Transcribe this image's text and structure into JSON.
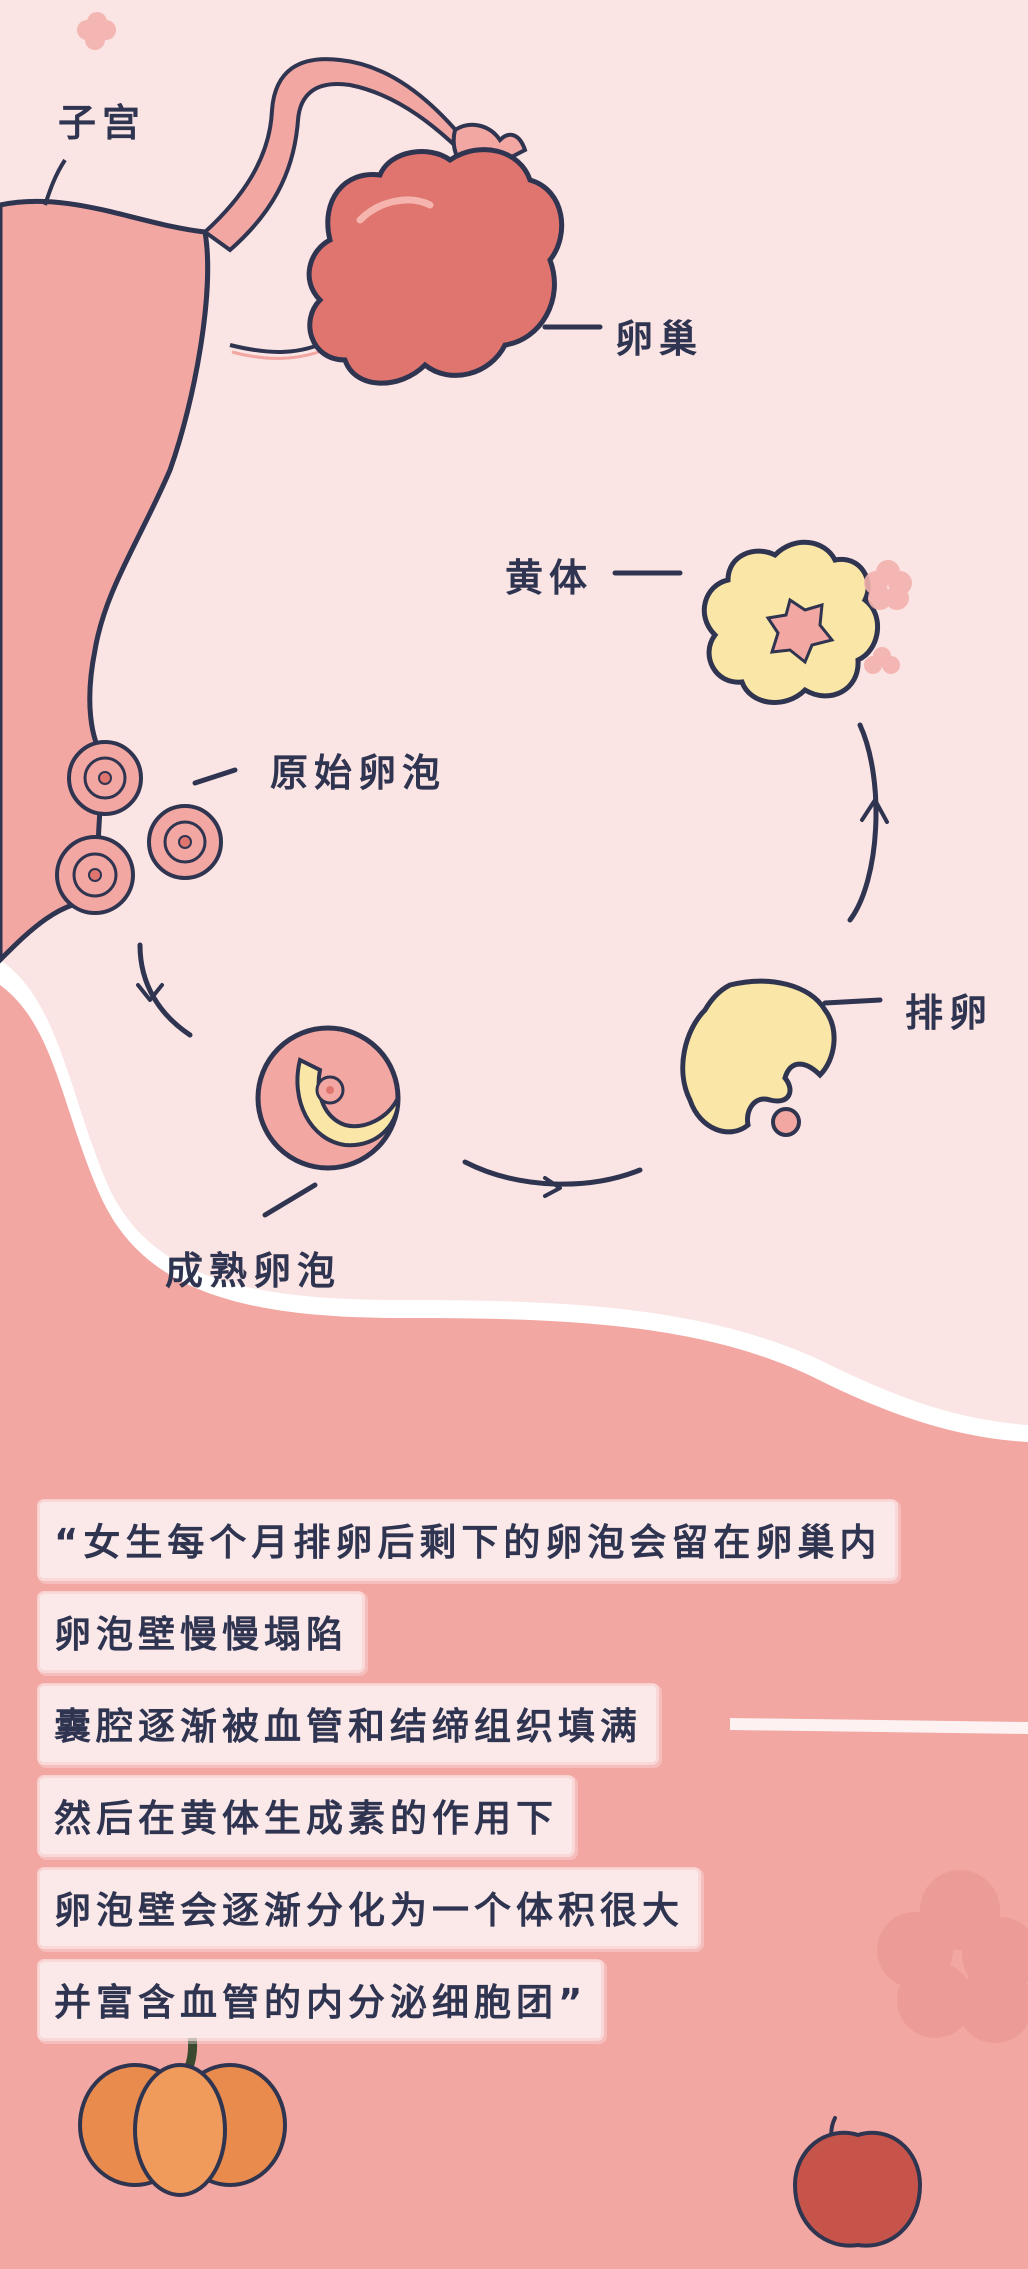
{
  "labels": {
    "uterus": "子宫",
    "ovary": "卵巢",
    "corpus_luteum": "黄体",
    "primordial_follicle": "原始卵泡",
    "ovulation": "排卵",
    "mature_follicle": "成熟卵泡"
  },
  "text_lines": [
    "“女生每个月排卵后剩下的卵泡会留在卵巢内",
    "卵泡壁慢慢塌陷",
    "囊腔逐渐被血管和结缔组织填满",
    "然后在黄体生成素的作用下",
    "卵泡壁会逐渐分化为一个体积很大",
    "并富含血管的内分泌细胞团”"
  ],
  "colors": {
    "background": "#fbe4e4",
    "body_pink": "#f2a7a2",
    "outline": "#2f3450",
    "ovary": "#e0756f",
    "follicle_yellow": "#fae6a6"
  },
  "icons": {
    "pumpkin": "pumpkin-icon",
    "apple": "apple-icon"
  }
}
